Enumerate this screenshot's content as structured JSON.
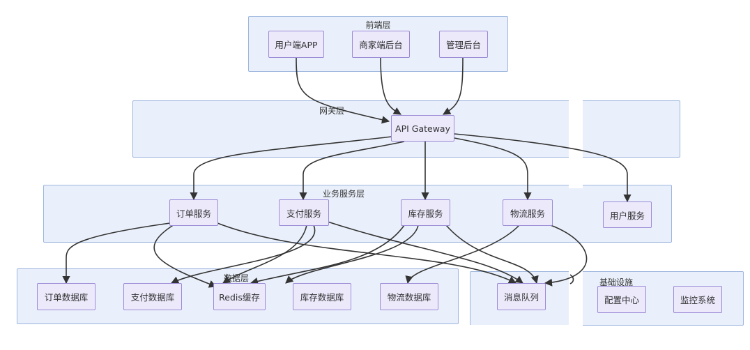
{
  "colors": {
    "layer_fill": "#eaf0fb",
    "layer_border": "#9db6de",
    "node_fill": "#ece9fb",
    "node_border": "#9b8ad6",
    "edge": "#333333",
    "text": "#333333"
  },
  "layers": {
    "frontend": "前端层",
    "gateway": "网关层",
    "business": "业务服务层",
    "data": "数据层",
    "infra": "基础设施"
  },
  "nodes": {
    "user_app": "用户端APP",
    "merchant_admin": "商家端后台",
    "manage_admin": "管理后台",
    "api_gateway": "API Gateway",
    "order_service": "订单服务",
    "payment_service": "支付服务",
    "inventory_service": "库存服务",
    "logistics_service": "物流服务",
    "user_service": "用户服务",
    "order_db": "订单数据库",
    "payment_db": "支付数据库",
    "redis_cache": "Redis缓存",
    "inventory_db": "库存数据库",
    "logistics_db": "物流数据库",
    "message_queue": "消息队列",
    "config_center": "配置中心",
    "monitoring": "监控系统"
  }
}
